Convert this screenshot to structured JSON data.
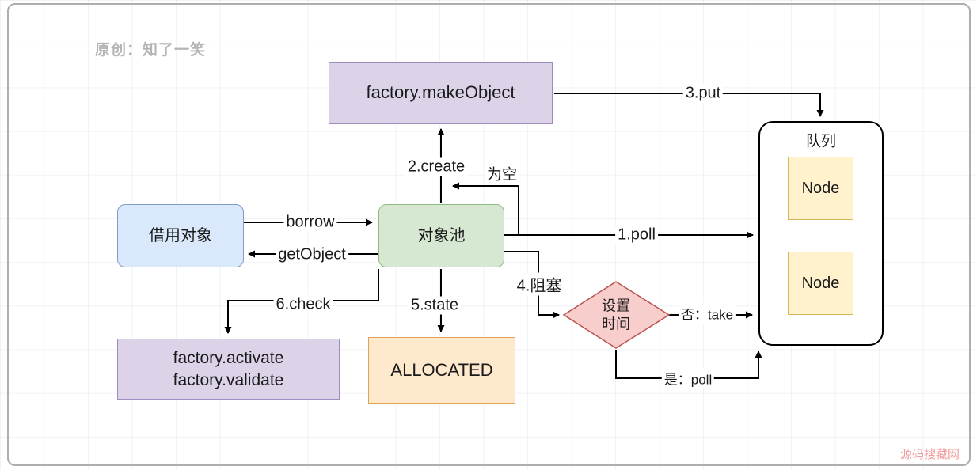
{
  "watermarks": {
    "author": "原创：知了一笑",
    "site": "源码搜藏网"
  },
  "nodes": {
    "factory_make_object": {
      "label": "factory.makeObject"
    },
    "borrow_object": {
      "label": "借用对象"
    },
    "object_pool": {
      "label": "对象池"
    },
    "allocated": {
      "label": "ALLOCATED"
    },
    "factory_check": {
      "line1": "factory.activate",
      "line2": "factory.validate"
    },
    "queue": {
      "title": "队列",
      "node_top": "Node",
      "node_bottom": "Node"
    },
    "timer_decision": {
      "line1": "设置",
      "line2": "时间"
    }
  },
  "edges": {
    "borrow": {
      "label": "borrow"
    },
    "get_object": {
      "label": "getObject"
    },
    "create": {
      "label": "2.create"
    },
    "empty": {
      "label": "为空"
    },
    "put": {
      "label": "3.put"
    },
    "poll": {
      "label": "1.poll"
    },
    "block": {
      "label": "4.阻塞"
    },
    "state": {
      "label": "5.state"
    },
    "check": {
      "label": "6.check"
    },
    "no_take": {
      "label": "否：take"
    },
    "yes_poll": {
      "label": "是：poll"
    }
  },
  "colors": {
    "purple_fill": "#dcd3e9",
    "purple_border": "#9e8cbe",
    "blue_fill": "#dae8fc",
    "blue_border": "#7e9cc6",
    "green_fill": "#d6e8d2",
    "green_border": "#8fba7f",
    "orange_fill": "#ffe9cd",
    "orange_border": "#e0a35a",
    "yellow_fill": "#fff2cc",
    "yellow_border": "#d6b656",
    "pink_fill": "#f8cecc",
    "pink_border": "#b85450",
    "arrow": "#000000",
    "watermark_author": "#b5b5b5",
    "watermark_site": "#f19999"
  }
}
